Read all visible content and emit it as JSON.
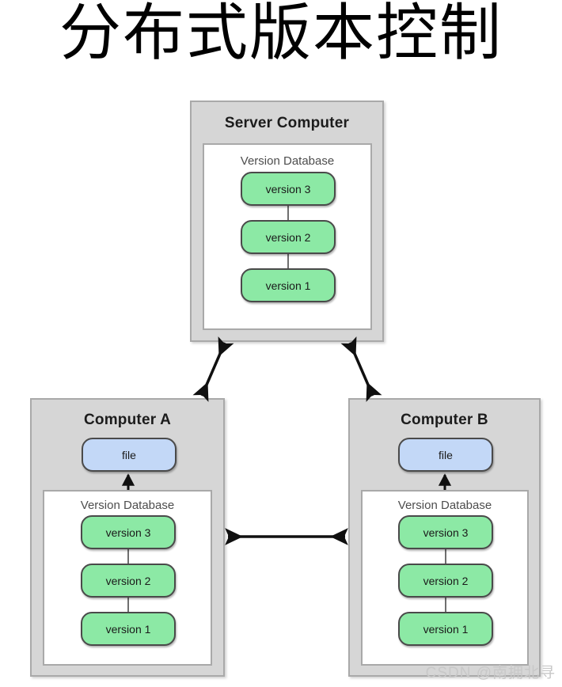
{
  "page": {
    "title": "分布式版本控制",
    "watermark": "CSDN @南拥北寻"
  },
  "colors": {
    "version_pill": "#8ce9a5",
    "file_pill": "#c3d8f7",
    "machine_fill": "#d6d6d6",
    "machine_border": "#a9a9a9",
    "pill_border": "#4a4a4a",
    "arrow": "#101010",
    "watermark": "#c8c8c8"
  },
  "server": {
    "title": "Server Computer",
    "database": {
      "title": "Version Database",
      "versions": [
        {
          "label": "version 3"
        },
        {
          "label": "version 2"
        },
        {
          "label": "version 1"
        }
      ]
    }
  },
  "computer_a": {
    "title": "Computer A",
    "file": {
      "label": "file"
    },
    "database": {
      "title": "Version Database",
      "versions": [
        {
          "label": "version 3"
        },
        {
          "label": "version 2"
        },
        {
          "label": "version 1"
        }
      ]
    }
  },
  "computer_b": {
    "title": "Computer B",
    "file": {
      "label": "file"
    },
    "database": {
      "title": "Version Database",
      "versions": [
        {
          "label": "version 3"
        },
        {
          "label": "version 2"
        },
        {
          "label": "version 1"
        }
      ]
    }
  },
  "arrows": [
    {
      "name": "server-to-computer-a",
      "style": "double-headed"
    },
    {
      "name": "server-to-computer-b",
      "style": "double-headed"
    },
    {
      "name": "computer-a-to-computer-b",
      "style": "double-headed"
    },
    {
      "name": "database-to-file-a",
      "style": "single-headed-up"
    },
    {
      "name": "database-to-file-b",
      "style": "single-headed-up"
    }
  ]
}
